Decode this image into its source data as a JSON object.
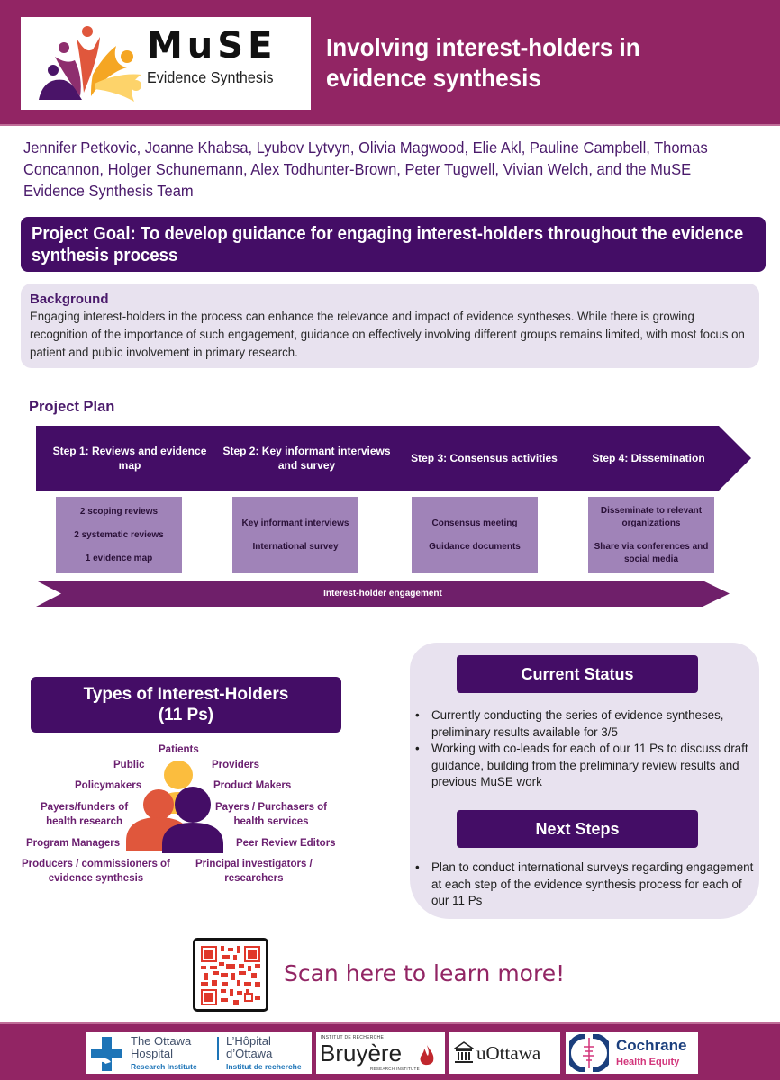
{
  "header": {
    "logo_name": "MuSE",
    "logo_subtitle": "Evidence Synthesis",
    "title": "Involving interest-holders in evidence synthesis"
  },
  "authors": "Jennifer Petkovic, Joanne Khabsa, Lyubov Lytvyn, Olivia Magwood, Elie Akl, Pauline Campbell, Thomas Concannon, Holger Schunemann, Alex Todhunter-Brown, Peter Tugwell, Vivian Welch, and the MuSE Evidence Synthesis Team",
  "goal": "Project Goal: To develop guidance for engaging interest-holders throughout the evidence synthesis process",
  "background": {
    "title": "Background",
    "text": "Engaging interest-holders in the process can enhance the relevance and impact of evidence syntheses. While there is growing recognition of the importance of such engagement, guidance on effectively involving different groups remains limited, with most focus on patient and public involvement in primary research."
  },
  "project_plan": {
    "title": "Project Plan",
    "steps": [
      {
        "label": "Step 1: Reviews and evidence map",
        "items": [
          "2 scoping reviews",
          "2 systematic reviews",
          "1 evidence map"
        ]
      },
      {
        "label": "Step 2: Key informant interviews and survey",
        "items": [
          "Key informant interviews",
          "International survey"
        ]
      },
      {
        "label": "Step 3: Consensus activities",
        "items": [
          "Consensus meeting",
          "Guidance documents"
        ]
      },
      {
        "label": "Step 4: Dissemination",
        "items": [
          "Disseminate to relevant organizations",
          "Share via conferences and social media"
        ]
      }
    ],
    "engagement_bar": "Interest-holder engagement"
  },
  "types": {
    "title_line1": "Types of Interest-Holders",
    "title_line2": "(11 Ps)",
    "labels": {
      "patients": "Patients",
      "public": "Public",
      "providers": "Providers",
      "policymakers": "Policymakers",
      "product_makers": "Product Makers",
      "payers_funders_1": "Payers/funders of",
      "payers_funders_2": "health research",
      "payers_purchasers_1": "Payers / Purchasers of",
      "payers_purchasers_2": "health services",
      "program_managers": "Program Managers",
      "peer_review_editors": "Peer Review Editors",
      "producers_1": "Producers / commissioners of",
      "producers_2": "evidence synthesis",
      "principal_1": "Principal investigators /",
      "principal_2": "researchers"
    },
    "colors": {
      "yellow": "#fbbd3e",
      "orange": "#e0573c",
      "purple": "#440d66"
    }
  },
  "current_status": {
    "title": "Current Status",
    "bullets": [
      "Currently conducting the series of evidence syntheses, preliminary results available for 3/5",
      "Working with co-leads for each of our 11 Ps to discuss draft guidance, building from the preliminary review results and previous MuSE work"
    ]
  },
  "next_steps": {
    "title": "Next Steps",
    "bullets": [
      "Plan to conduct international surveys regarding engagement at each step of the evidence synthesis process for each of our 11 Ps"
    ]
  },
  "cta": {
    "qr_icon": "qr-code",
    "text": "Scan here to learn more!"
  },
  "footer": {
    "ottawa_hospital": {
      "en_line1": "The Ottawa",
      "en_line2": "Hospital",
      "en_sub": "Research Institute",
      "fr_line1": "L’Hôpital",
      "fr_line2": "d’Ottawa",
      "fr_sub": "Institut de recherche"
    },
    "bruyere": {
      "top": "INSTITUT DE RECHERCHE",
      "name": "Bruyère",
      "bottom": "RESEARCH INSTITUTE"
    },
    "uottawa": {
      "name": "uOttawa"
    },
    "cochrane": {
      "name": "Cochrane",
      "sub": "Health Equity"
    }
  },
  "colors": {
    "brand_magenta": "#922564",
    "deep_purple": "#440d66",
    "light_lavender": "#e8e2ef",
    "step_detail": "#a083b8",
    "engagement_bar": "#6f1f6a"
  }
}
